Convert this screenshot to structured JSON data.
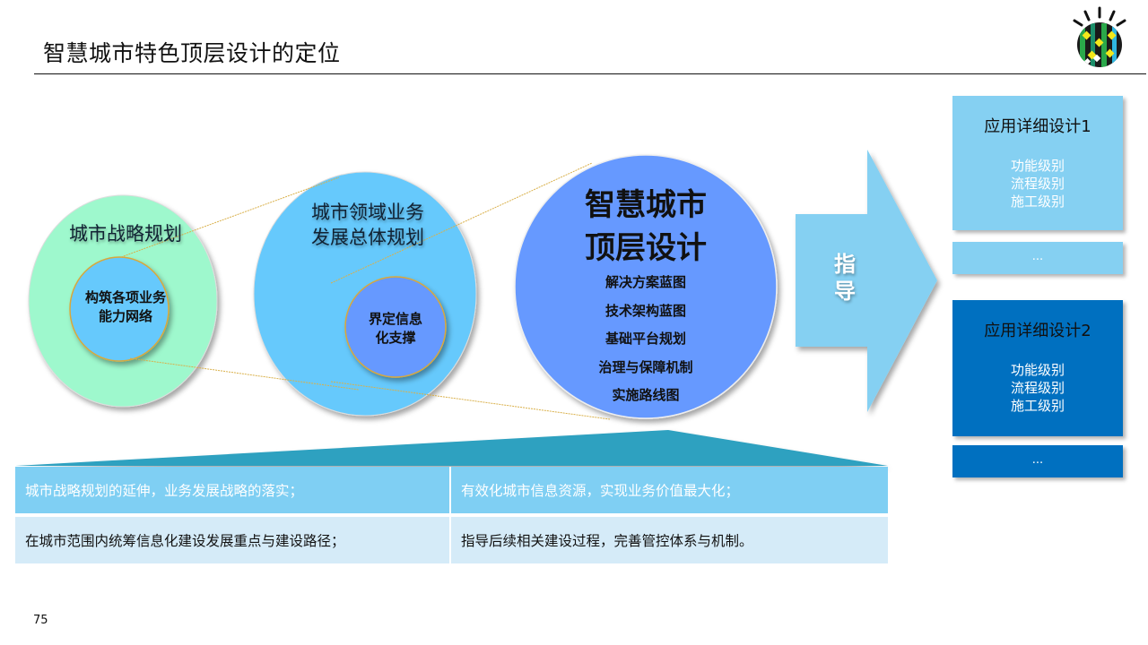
{
  "header": {
    "title": "智慧城市特色顶层设计的定位",
    "logo": "ibm-smarter-planet-logo"
  },
  "circles": {
    "strategy": {
      "title": "城市战略规划",
      "inner": [
        "构筑各项业务",
        "能力网络"
      ],
      "outer_color": "#9ef8cd",
      "inner_color": "#66c9fc"
    },
    "domain": {
      "title": [
        "城市领域业务",
        "发展总体规划"
      ],
      "inner": [
        "界定信息",
        "化支撑"
      ],
      "outer_color": "#66c9fc",
      "inner_color": "#6699ff"
    },
    "top_design": {
      "title": [
        "智慧城市",
        "顶层设计"
      ],
      "items": [
        "解决方案蓝图",
        "技术架构蓝图",
        "基础平台规划",
        "治理与保障机制",
        "实施路线图"
      ],
      "color": "#6699ff"
    }
  },
  "arrow": {
    "label": [
      "指",
      "导"
    ],
    "color": "#85d0f2"
  },
  "detail_boxes": [
    {
      "title": "应用详细设计1",
      "levels": [
        "功能级别",
        "流程级别",
        "施工级别"
      ],
      "color": "#85d0f2"
    },
    {
      "title": "",
      "levels": [],
      "ellipsis": "...",
      "color": "#85d0f2"
    },
    {
      "title": "应用详细设计2",
      "levels": [
        "功能级别",
        "流程级别",
        "施工级别"
      ],
      "color": "#0070c0"
    },
    {
      "title": "",
      "levels": [],
      "ellipsis": "...",
      "color": "#0070c0"
    }
  ],
  "table": {
    "rows": [
      [
        "城市战略规划的延伸，业务发展战略的落实；",
        "有效化城市信息资源，实现业务价值最大化；"
      ],
      [
        "在城市范围内统筹信息化建设发展重点与建设路径；",
        "指导后续相关建设过程，完善管控体系与机制。"
      ]
    ],
    "header_color": "#7fcff3",
    "row_color": "#d5ebf8",
    "trapezoid_color": "#2ea1c0"
  },
  "footer": {
    "page_number": "75"
  }
}
